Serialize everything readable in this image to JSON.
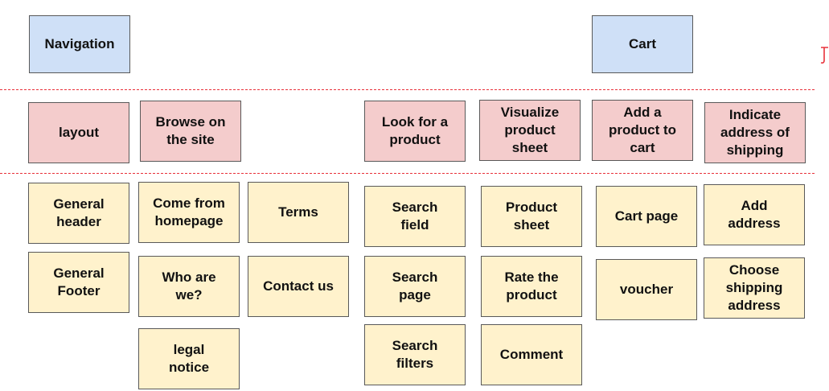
{
  "colors": {
    "activity": "#cfe0f7",
    "task": "#f4cccc",
    "story": "#fff2cc",
    "divider": "#e8313a"
  },
  "activities": {
    "navigation": "Navigation",
    "cart": "Cart"
  },
  "tasks": {
    "layout": "layout",
    "browse": "Browse on\nthe site",
    "look_for_product": "Look for a\nproduct",
    "visualize_sheet": "Visualize\nproduct\nsheet",
    "add_to_cart": "Add a\nproduct to\ncart",
    "indicate_address": "Indicate\naddress of\nshipping"
  },
  "stories": {
    "general_header": "General\nheader",
    "general_footer": "General\nFooter",
    "come_from_homepage": "Come from\nhomepage",
    "who_are_we": "Who are\nwe?",
    "legal_notice": "legal\nnotice",
    "terms": "Terms",
    "contact_us": "Contact us",
    "search_field": "Search\nfield",
    "search_page": "Search\npage",
    "search_filters": "Search\nfilters",
    "product_sheet": "Product\nsheet",
    "rate_product": "Rate the\nproduct",
    "comment": "Comment",
    "cart_page": "Cart page",
    "voucher": "voucher",
    "add_address": "Add\naddress",
    "choose_shipping": "Choose\nshipping\naddress"
  }
}
